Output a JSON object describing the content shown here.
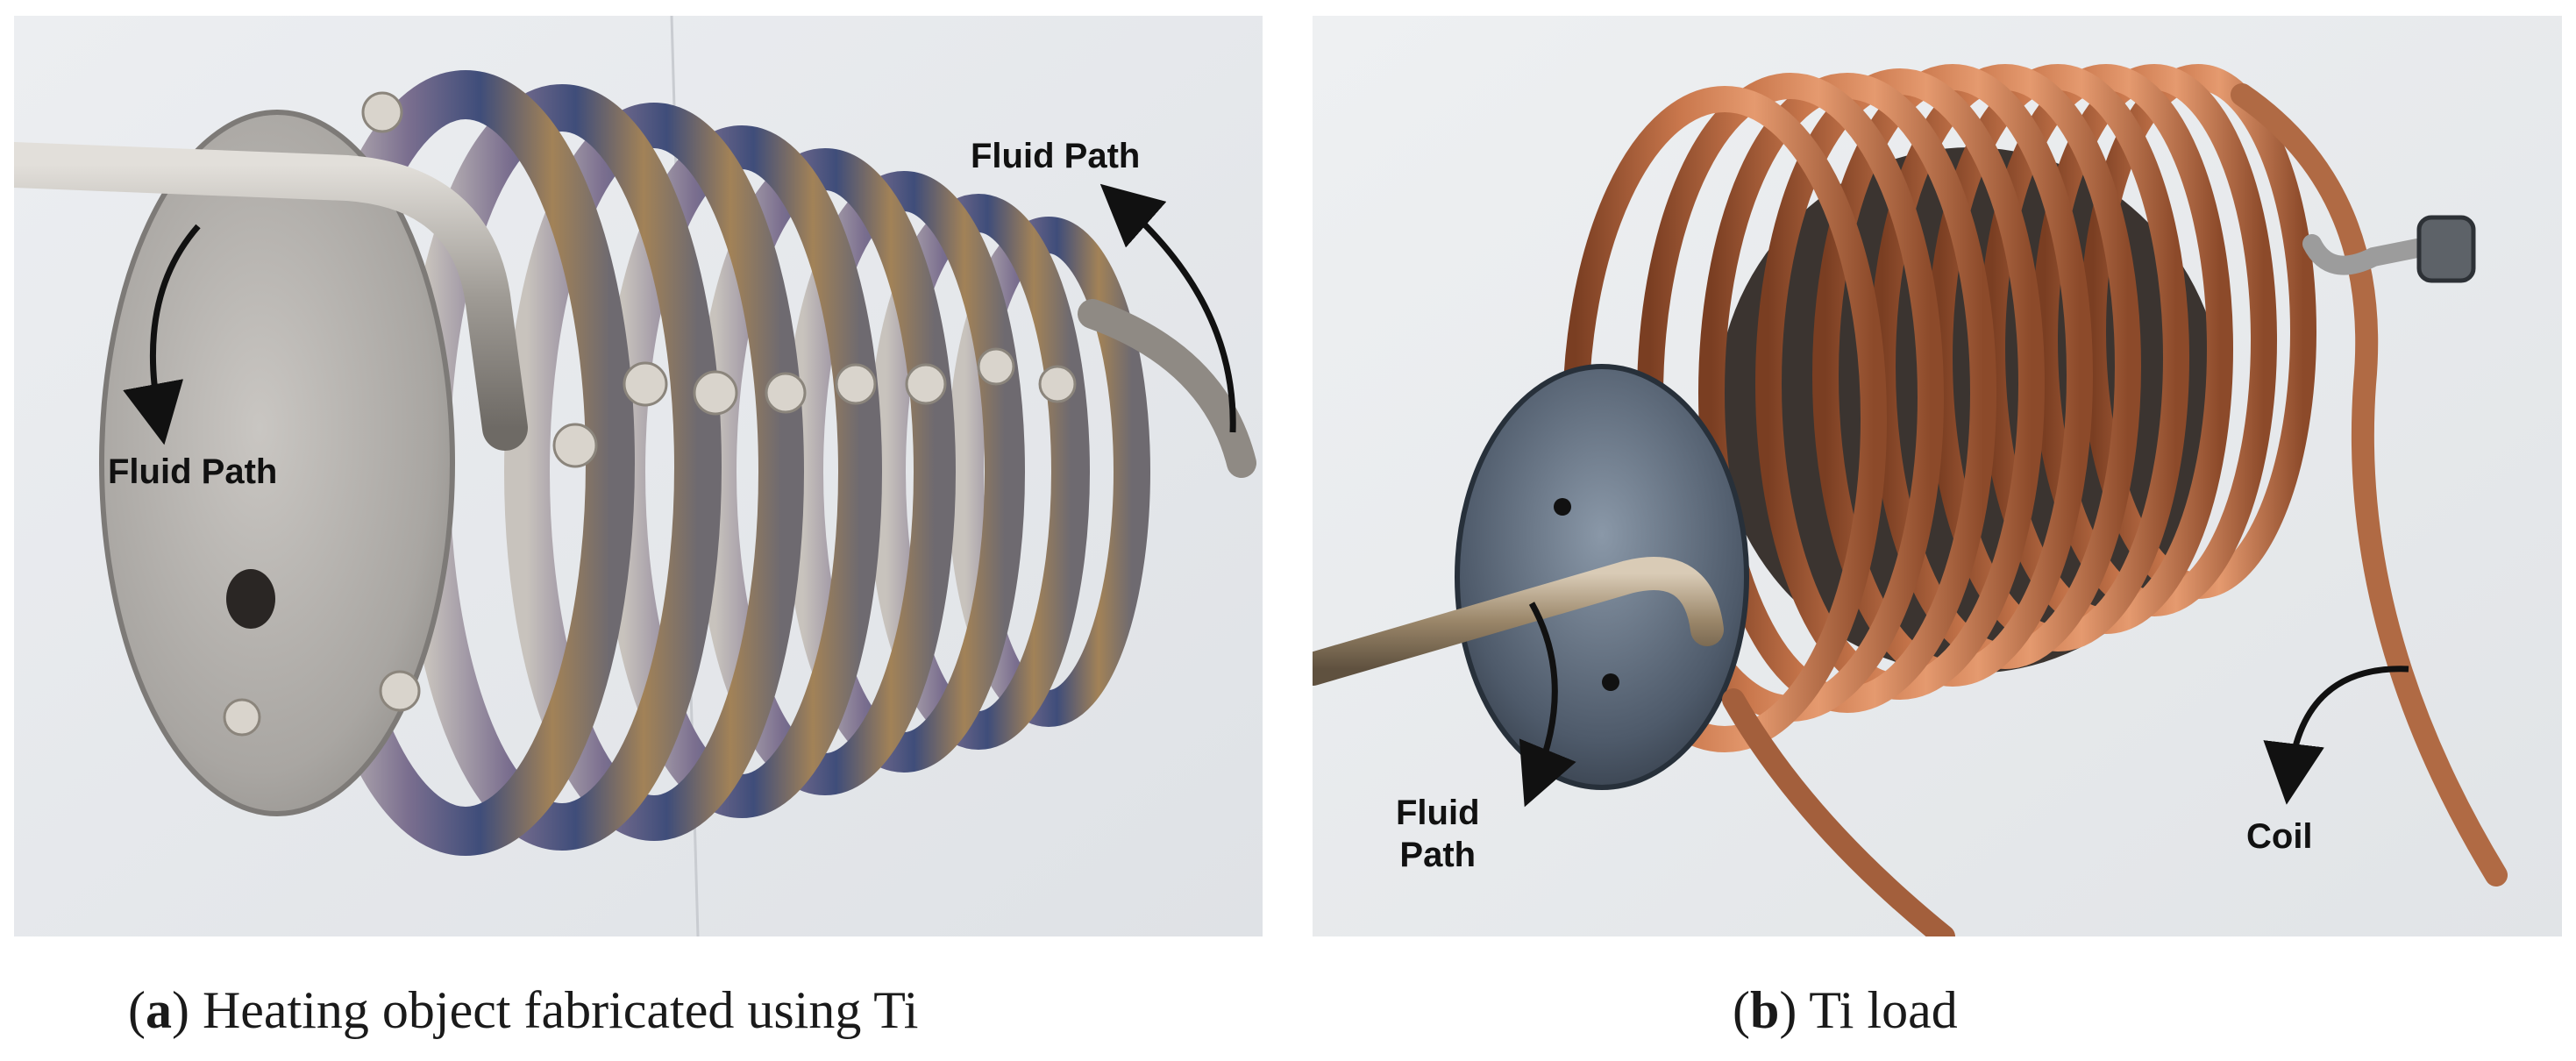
{
  "panel_a": {
    "labels": {
      "fluid_path_left": "Fluid Path",
      "fluid_path_right": "Fluid Path"
    },
    "caption": {
      "letter": "a",
      "text": "Heating object fabricated using Ti"
    }
  },
  "panel_b": {
    "labels": {
      "fluid_line1": "Fluid",
      "fluid_line2": "Path",
      "coil": "Coil"
    },
    "caption": {
      "letter": "b",
      "text": "Ti load"
    }
  }
}
